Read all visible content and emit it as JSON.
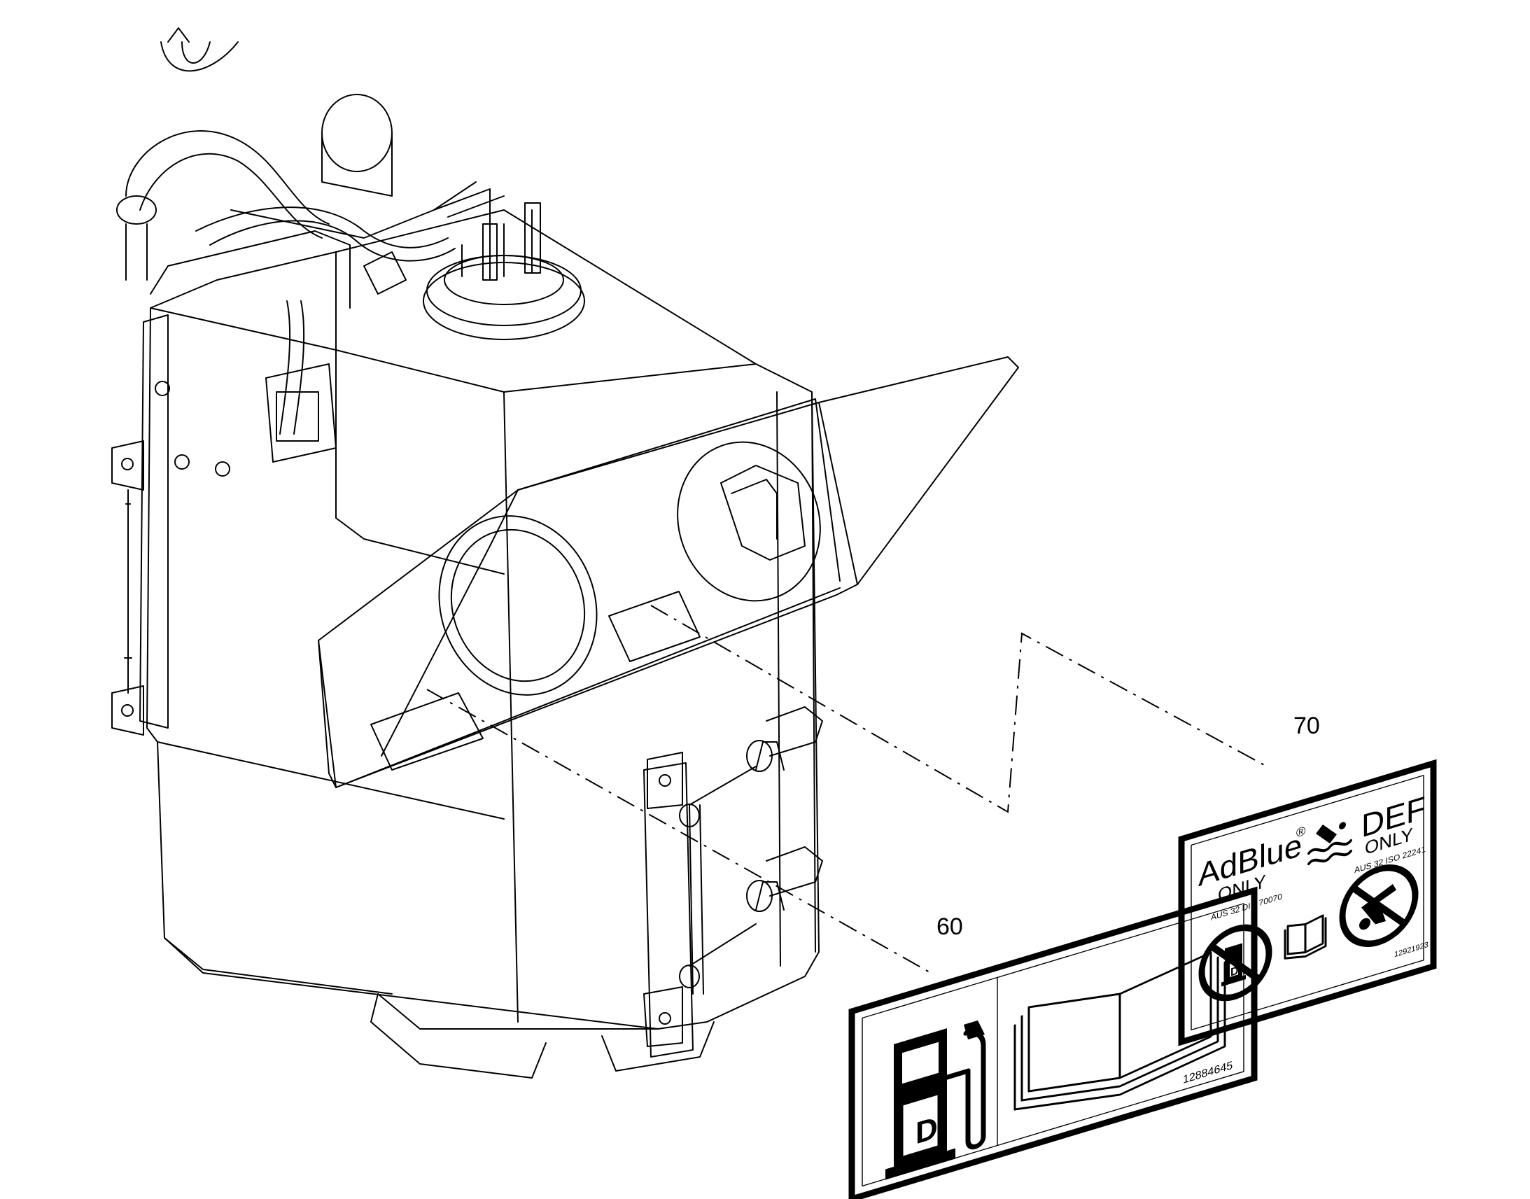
{
  "callouts": {
    "label_60": "60",
    "label_70": "70"
  },
  "decal_60": {
    "pump_letter": "D",
    "part_number": "12884645",
    "icons": [
      "fuel-pump-icon",
      "manual-book-icon"
    ]
  },
  "decal_70": {
    "brand": "AdBlue",
    "registered": "®",
    "only_left": "ONLY",
    "spec_left": "AUS 32 DIN 70070",
    "def": "DEF",
    "only_right": "ONLY",
    "spec_right": "AUS 32 ISO 22241",
    "no_diesel_letter": "D",
    "part_number": "12921923",
    "icons": [
      "no-diesel-icon",
      "manual-book-icon",
      "adblue-fluid-icon",
      "no-fuel-nozzle-icon"
    ]
  }
}
